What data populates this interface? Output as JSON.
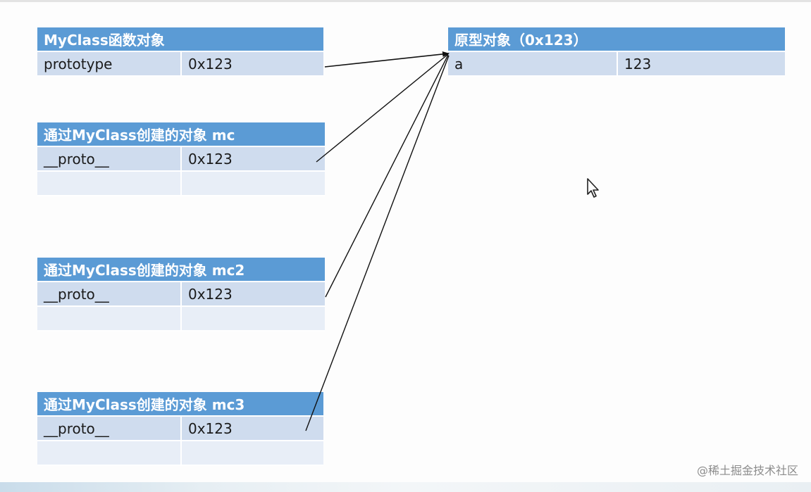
{
  "tables": [
    {
      "id": "myclass",
      "header": "MyClass函数对象",
      "rows": [
        {
          "key": "prototype",
          "value": "0x123"
        }
      ]
    },
    {
      "id": "mc",
      "header": "通过MyClass创建的对象 mc",
      "rows": [
        {
          "key": "__proto__",
          "value": "0x123"
        },
        {
          "key": "",
          "value": ""
        }
      ]
    },
    {
      "id": "mc2",
      "header": "通过MyClass创建的对象 mc2",
      "rows": [
        {
          "key": "__proto__",
          "value": "0x123"
        },
        {
          "key": "",
          "value": ""
        }
      ]
    },
    {
      "id": "mc3",
      "header": "通过MyClass创建的对象 mc3",
      "rows": [
        {
          "key": "__proto__",
          "value": "0x123"
        },
        {
          "key": "",
          "value": ""
        }
      ]
    },
    {
      "id": "prototype_obj",
      "header": "原型对象（0x123）",
      "rows": [
        {
          "key": "a",
          "value": "123"
        }
      ]
    }
  ],
  "watermark": "@稀土掘金技术社区",
  "colors": {
    "header_bg": "#5b9bd5",
    "row_bg": "#cfdcee",
    "row_alt_bg": "#e8eef7",
    "arrow": "#111111"
  }
}
